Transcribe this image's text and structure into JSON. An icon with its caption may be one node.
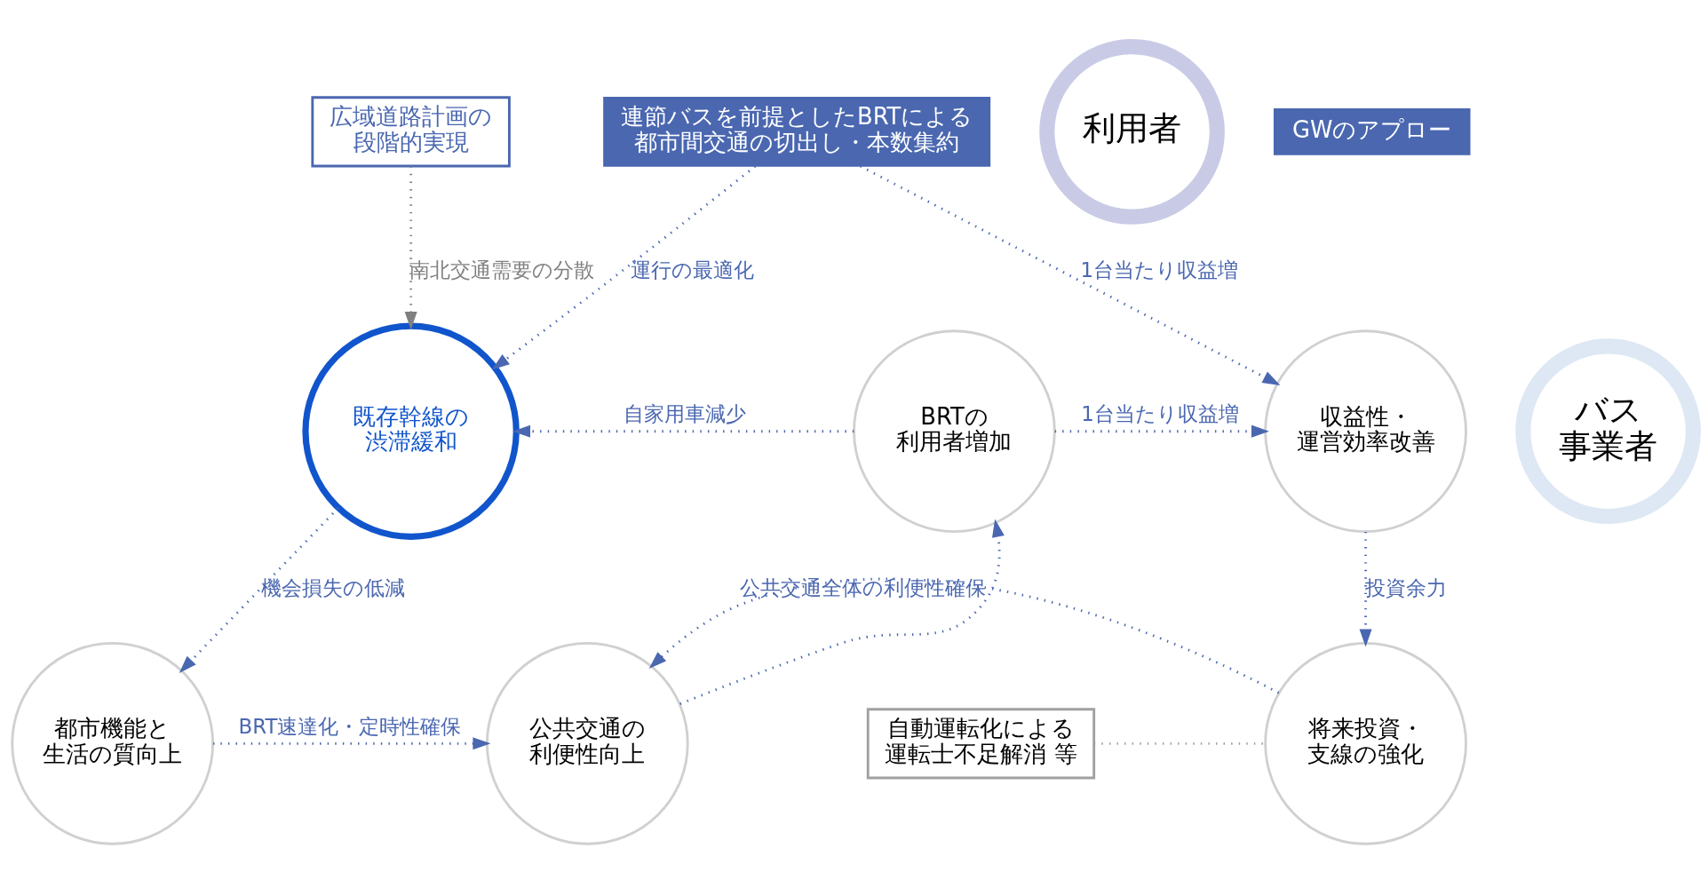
{
  "diagram": {
    "nodes": [
      {
        "text": [
          "広域道路計画の段階的実現"
        ]
      },
      {
        "text": [
          "連節バスを前提としたBRTによる都市間交通の切出し・本数集約"
        ]
      },
      {
        "text": [
          "既存幹線の渋滞緩和"
        ]
      },
      {
        "text": [
          "BRTの利用者増加"
        ]
      },
      {
        "text": [
          "収益性・運営効率改善"
        ]
      },
      {
        "text": [
          "都市機能と生活の質向上"
        ]
      },
      {
        "text": [
          "公共交通の利便性向上"
        ]
      },
      {
        "text": [
          "将来投資・支線の強化"
        ]
      },
      {
        "text": [
          "自動運転化による運転士不足解消 等"
        ]
      },
      {
        "text": [
          "利用者"
        ]
      },
      {
        "text": [
          "バス事業者"
        ]
      }
    ],
    "edges": [
      {
        "from": 1,
        "to": 2,
        "arrow": "to",
        "label": "運行の最適化"
      },
      {
        "from": 1,
        "to": 4,
        "arrow": "to",
        "label": "1台当たり収益増"
      },
      {
        "from": 0,
        "to": 2,
        "arrow": "to",
        "label": "南北交通需要の分散",
        "color": "#808080"
      },
      {
        "from": 3,
        "to": 2,
        "arrow": "to",
        "label": "自家用車減少"
      },
      {
        "from": 3,
        "to": 4,
        "arrow": "to",
        "label": "1台当たり収益増"
      },
      {
        "from": 2,
        "to": 5,
        "arrow": "to",
        "label": "機会損失の低減"
      },
      {
        "from": 5,
        "to": 6,
        "arrow": "to",
        "label": "BRT速達化・定時性確保"
      },
      {
        "from": 6,
        "to": 3,
        "arrow": "to"
      },
      {
        "from": 4,
        "to": 7,
        "arrow": "to",
        "label": "投資余力"
      },
      {
        "from": 7,
        "to": 6,
        "arrow": "to",
        "label": "公共交通全体の利便性確保"
      },
      {
        "from": 8,
        "to": 7,
        "arrow": "none",
        "color": "#a0a0a0"
      }
    ],
    "labels": [
      "GWのアプロー"
    ]
  }
}
